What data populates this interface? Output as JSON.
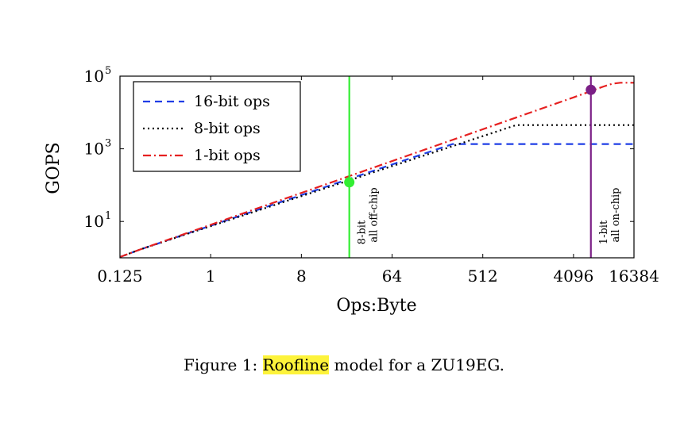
{
  "chart_data": {
    "type": "line",
    "xlabel": "Ops:Byte",
    "ylabel": "GOPS",
    "x_scale": "log2",
    "y_scale": "log10",
    "xlim": [
      0.125,
      16384
    ],
    "ylim": [
      1,
      100000
    ],
    "x_ticks": [
      0.125,
      1,
      8,
      64,
      512,
      4096,
      16384
    ],
    "x_tick_labels": [
      "0.125",
      "1",
      "8",
      "64",
      "512",
      "4096",
      "16384"
    ],
    "y_ticks": [
      10,
      1000,
      100000
    ],
    "y_tick_labels": [
      {
        "base": "10",
        "exp": "1"
      },
      {
        "base": "10",
        "exp": "3"
      },
      {
        "base": "10",
        "exp": "5"
      }
    ],
    "legend_position": "top-left",
    "series": [
      {
        "name": "16-bit ops",
        "color": "#1f3ee6",
        "style": "dashed",
        "x": [
          0.125,
          0.2,
          256,
          16384
        ],
        "y": [
          1.05,
          1.7,
          1350,
          1350
        ]
      },
      {
        "name": "8-bit ops",
        "color": "#000000",
        "style": "dotted",
        "x": [
          0.125,
          0.2,
          1100,
          16384
        ],
        "y": [
          1.05,
          1.7,
          4500,
          4500
        ]
      },
      {
        "name": "1-bit ops",
        "color": "#e62020",
        "style": "dashdot",
        "x": [
          0.125,
          0.2,
          4096,
          8192,
          10000,
          12000,
          16384
        ],
        "y": [
          1.05,
          1.7,
          26000,
          52000,
          62000,
          66000,
          66000
        ]
      }
    ],
    "vlines": [
      {
        "x": 24,
        "color": "#33ee33",
        "label_line1": "8-bit",
        "label_line2": "all off-chip",
        "marker_y": 120,
        "marker_color": "#33ee33"
      },
      {
        "x": 6100,
        "color": "#7b1f86",
        "label_line1": "1-bit",
        "label_line2": "all on-chip",
        "marker_y": 42000,
        "marker_color": "#7b1f86"
      }
    ]
  },
  "caption": {
    "prefix": "Figure 1: ",
    "highlight": "Roofline",
    "suffix": " model for a ZU19EG."
  }
}
